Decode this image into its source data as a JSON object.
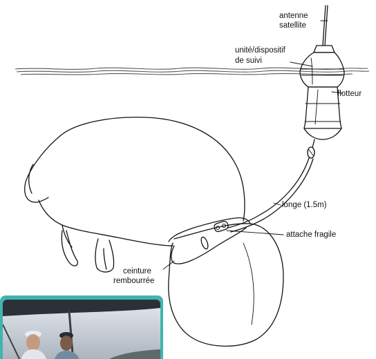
{
  "labels": {
    "antenna_line1": "antenne",
    "antenna_line2": "satellite",
    "tracker_line1": "unité/dispositif",
    "tracker_line2": "de suivi",
    "float": "flotteur",
    "tether": "longe (1.5m)",
    "weak_link": "attache fragile",
    "belt_line1": "ceinture",
    "belt_line2": "rembourrée"
  },
  "colors": {
    "line": "#111111",
    "photo_frame": "#3fb5ad",
    "sky": "#c9ced6",
    "boat_roof": "#2c3138"
  }
}
